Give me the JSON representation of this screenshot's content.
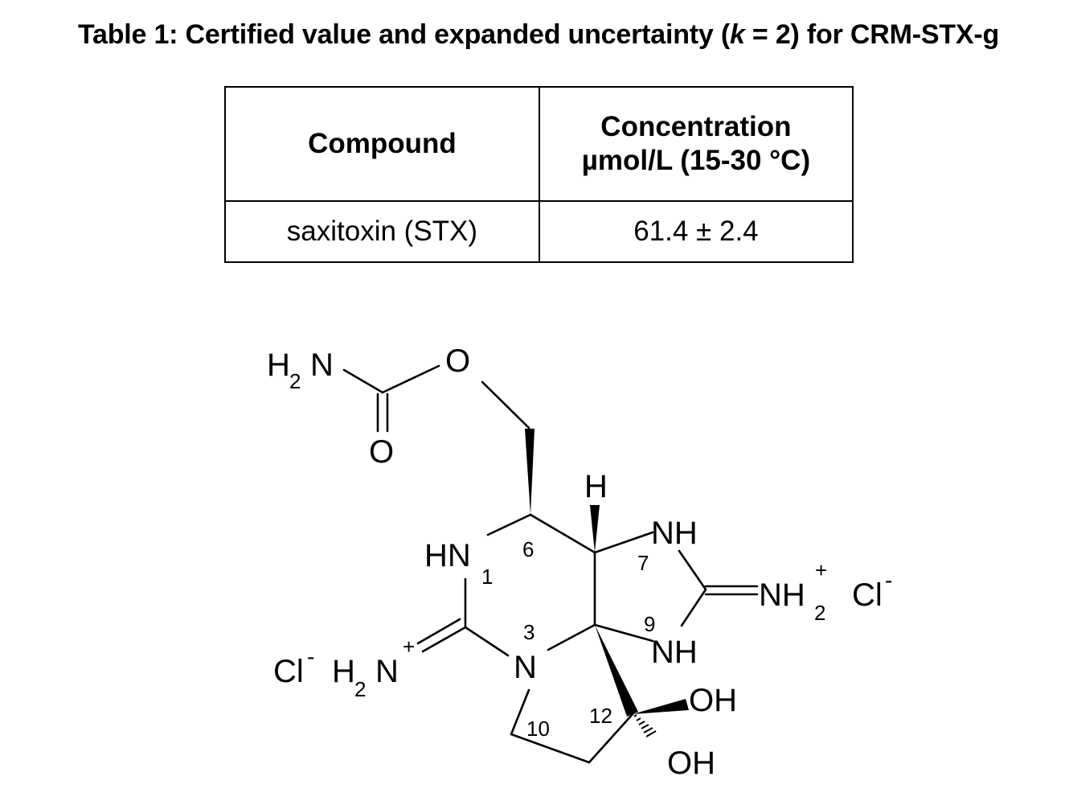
{
  "caption": {
    "prefix": "Table 1: Certified value and expanded uncertainty (",
    "k": "k",
    "suffix": " = 2) for CRM-STX-g"
  },
  "table": {
    "headers": {
      "compound": "Compound",
      "concentration_line1": "Concentration",
      "concentration_line2": "µmol/L (15-30 °C)"
    },
    "rows": [
      {
        "compound": "saxitoxin (STX)",
        "value": "61.4 ± 2.4"
      }
    ]
  },
  "structure": {
    "atoms": {
      "carbamate_n": "H",
      "carbamate_n_sub": "2",
      "carbamate_n_main": "N",
      "ester_o": "O",
      "carbonyl_o": "O",
      "stereo_h": "H",
      "n1": "HN",
      "n3": "N",
      "n7": "NH",
      "n9": "NH",
      "oh_top": "OH",
      "oh_bottom": "OH",
      "left_nh2": "H",
      "left_nh2_sub": "2",
      "left_nh2_main": "N",
      "right_nh2": "NH",
      "right_nh2_sub": "2",
      "charge": "+",
      "chloride": "Cl",
      "chloride_charge": "-"
    },
    "locants": {
      "n1": "1",
      "c3": "3",
      "c6": "6",
      "n7": "7",
      "n9": "9",
      "c10": "10",
      "c12": "12"
    }
  }
}
